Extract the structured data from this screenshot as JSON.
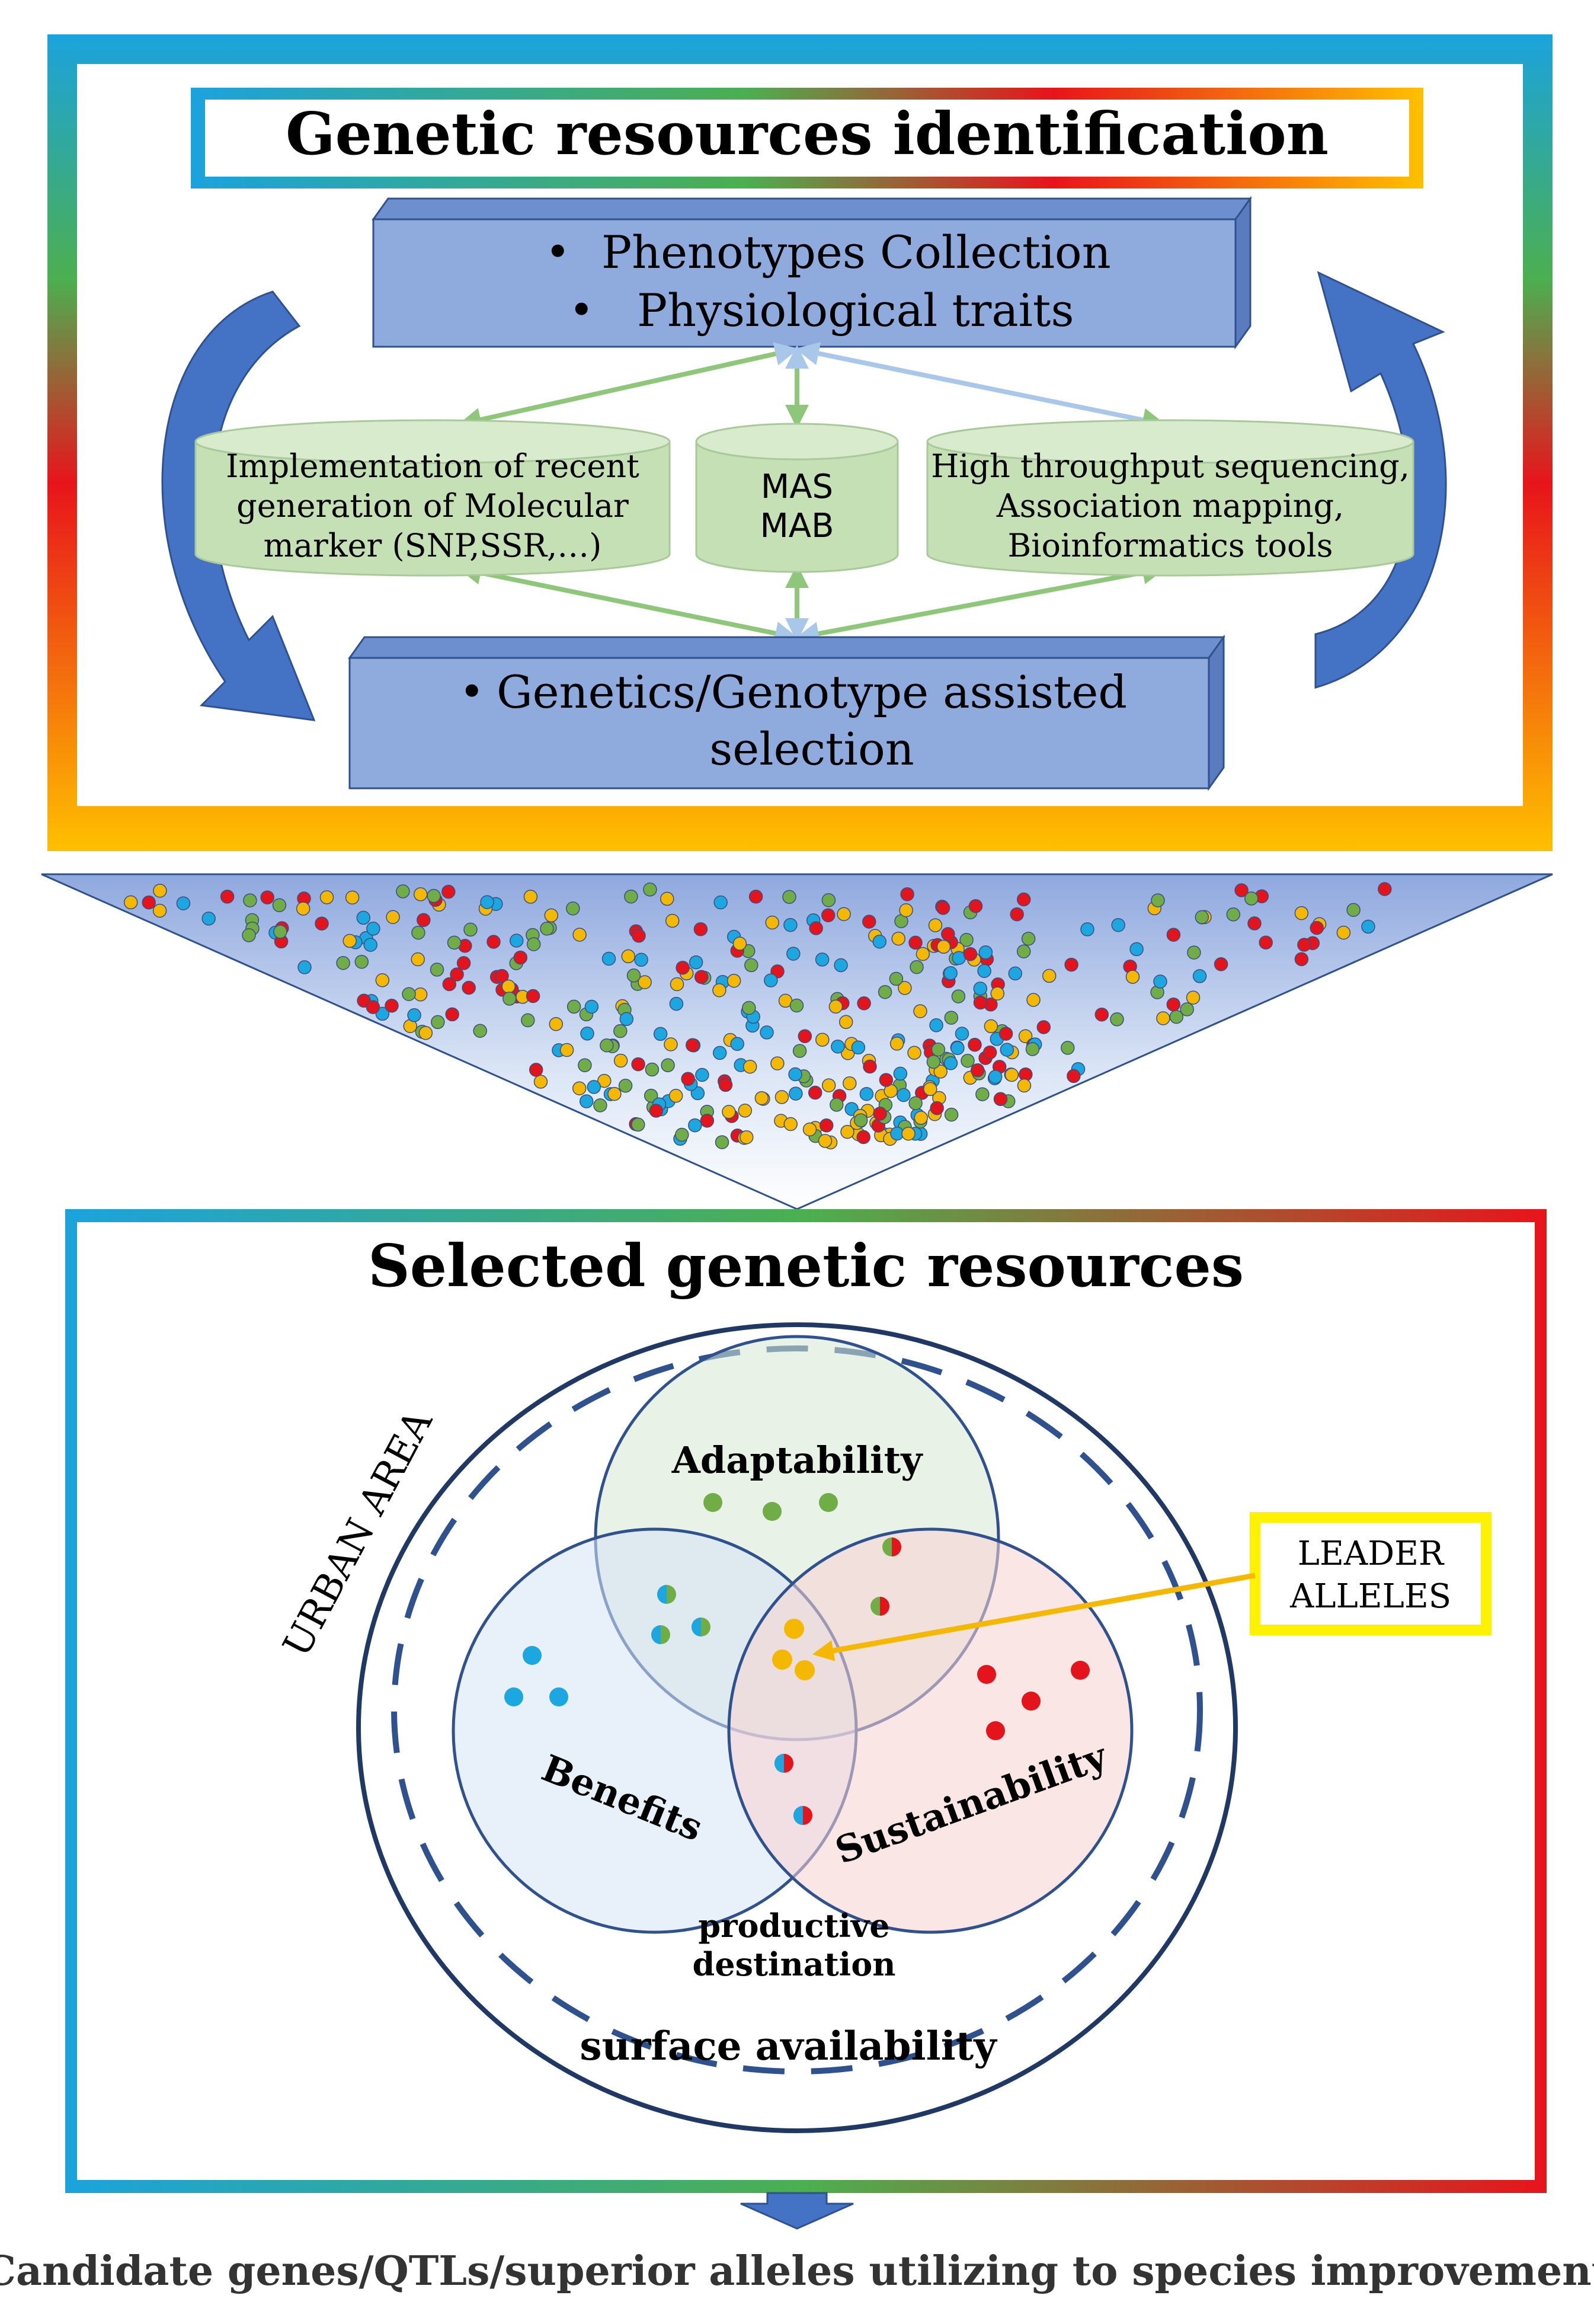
{
  "top_panel": {
    "title": "Genetic resources identification",
    "phenotypes_box": {
      "bullet": "•",
      "line1": "Phenotypes Collection",
      "line2": "Physiological  traits"
    },
    "cylinders": {
      "left": [
        "Implementation of recent",
        "generation of Molecular",
        "marker (SNP,SSR,…)"
      ],
      "middle": [
        "MAS",
        "MAB"
      ],
      "right": [
        "High throughput sequencing,",
        "Association mapping,",
        "Bioinformatics tools"
      ]
    },
    "genotype_box": {
      "bullet": "•",
      "line1": "Genetics/Genotype  assisted",
      "line2": "selection"
    }
  },
  "bottom_panel": {
    "title": "Selected genetic resources",
    "urban_area": "URBAN AREA",
    "circles": {
      "adaptability": "Adaptability",
      "benefits": "Benefits",
      "sustainability": "Sustainability"
    },
    "leader_box": [
      "LEADER",
      "ALLELES"
    ],
    "productive": [
      "productive",
      "destination"
    ],
    "surface": "surface availability"
  },
  "footer": "Candidate genes/QTLs/superior alleles utilizing to species improvement",
  "colors": {
    "box_fill": "#8FAADC",
    "box_stroke": "#2F528F",
    "cylinder_fill": "#C5E0B4",
    "arrow_blue": "#4472C4",
    "dot_red": "#E3141B",
    "dot_green": "#70AD47",
    "dot_blue": "#1CA7E0",
    "dot_yellow": "#F5B800",
    "leader_border": "#FFF200",
    "leader_arrow": "#F5B800"
  }
}
